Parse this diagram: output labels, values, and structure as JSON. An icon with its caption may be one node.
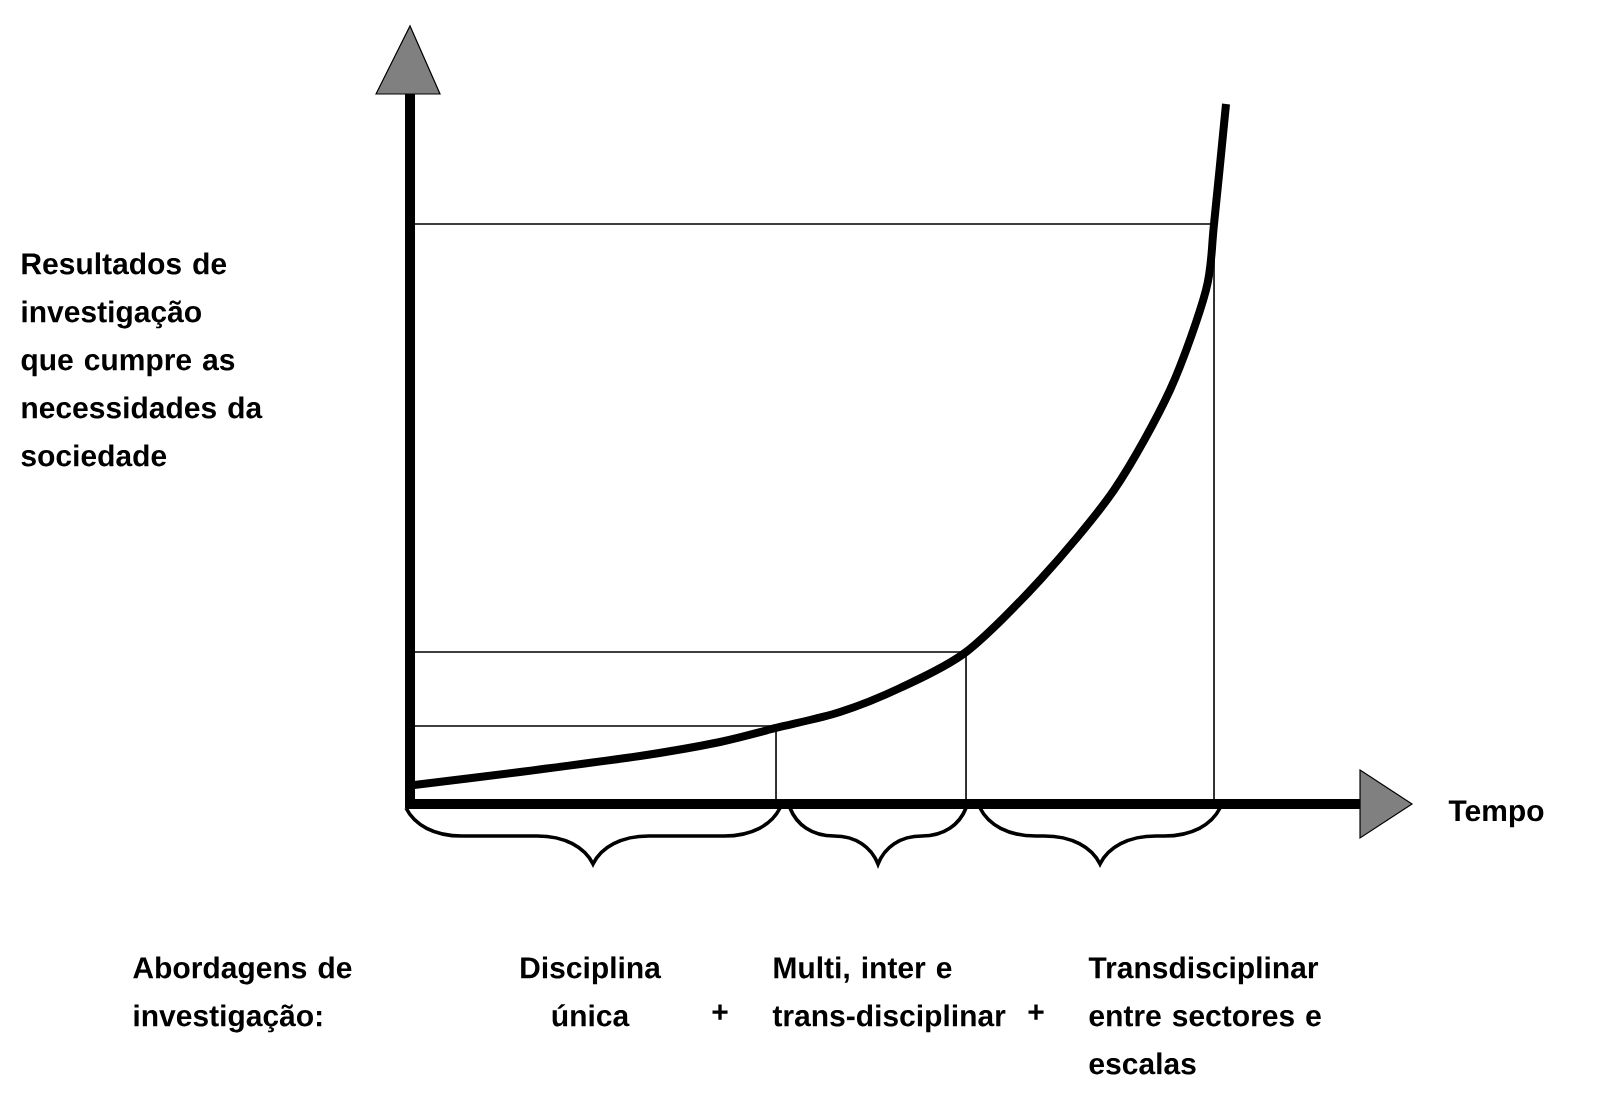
{
  "diagram": {
    "labels": [
      "Resultados de investigação que cumpre as necessidades da sociedade",
      "Tempo",
      "Abordagens de investigação:",
      "Disciplina única",
      "+",
      "Multi, inter e trans-disciplinar",
      "+",
      "Transdisciplinar entre sectores e escalas"
    ]
  }
}
